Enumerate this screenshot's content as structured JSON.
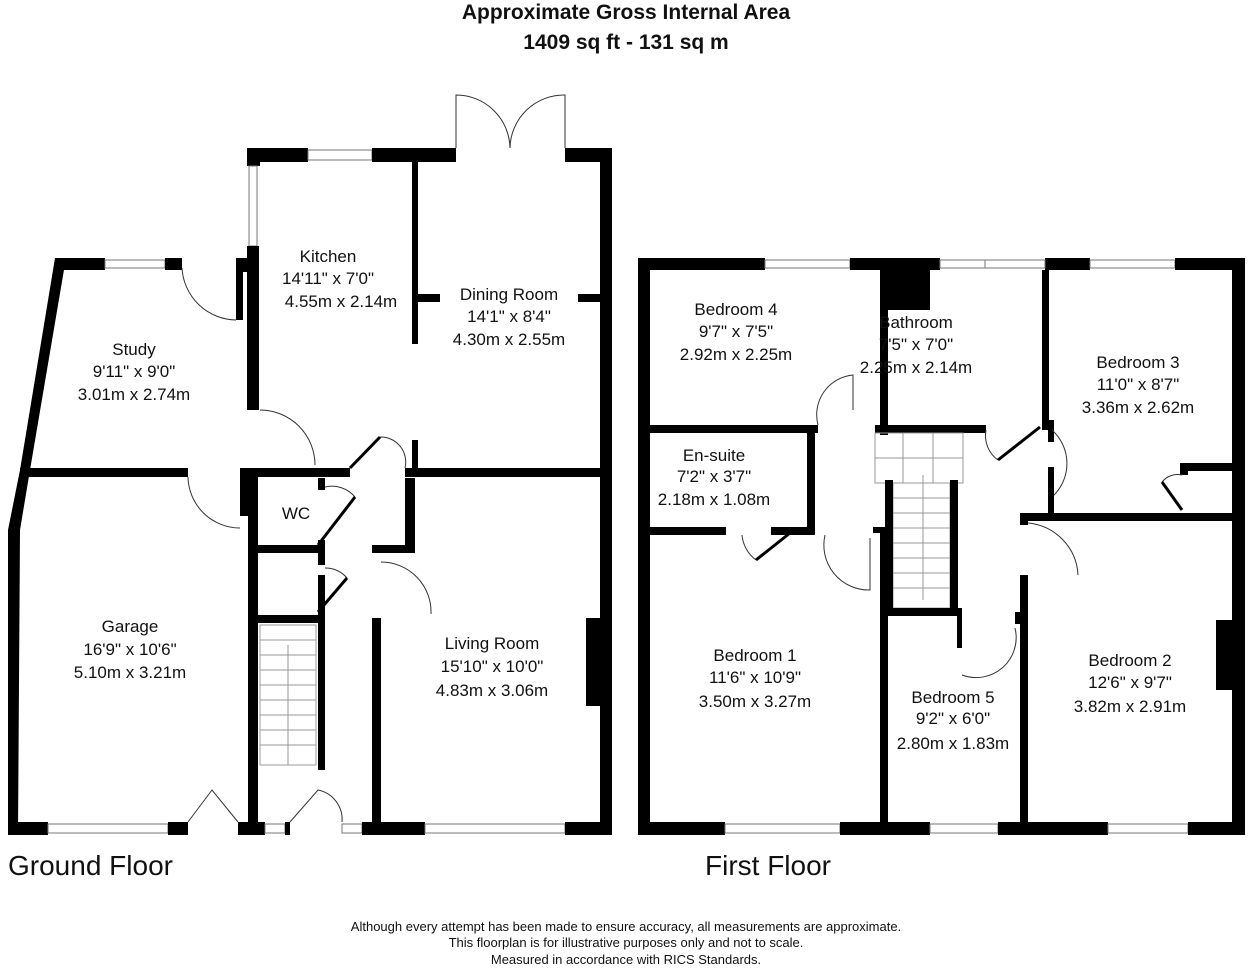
{
  "header": {
    "title_line1": "Approximate Gross Internal Area",
    "title_line2": "1409 sq ft - 131 sq m"
  },
  "ground_floor": {
    "label": "Ground Floor",
    "rooms": [
      {
        "name": "Kitchen",
        "imperial": "14'11\" x 7'0\"",
        "metric": "4.55m x 2.14m"
      },
      {
        "name": "Dining Room",
        "imperial": "14'1\" x 8'4\"",
        "metric": "4.30m x 2.55m"
      },
      {
        "name": "Study",
        "imperial": "9'11\" x 9'0\"",
        "metric": "3.01m x 2.74m"
      },
      {
        "name": "WC"
      },
      {
        "name": "Garage",
        "imperial": "16'9\" x 10'6\"",
        "metric": "5.10m x 3.21m"
      },
      {
        "name": "Living Room",
        "imperial": "15'10\" x 10'0\"",
        "metric": "4.83m x 3.06m"
      }
    ]
  },
  "first_floor": {
    "label": "First Floor",
    "rooms": [
      {
        "name": "Bedroom 4",
        "imperial": "9'7\" x 7'5\"",
        "metric": "2.92m x 2.25m"
      },
      {
        "name": "Bathroom",
        "imperial": "7'5\" x 7'0\"",
        "metric": "2.25m x 2.14m"
      },
      {
        "name": "Bedroom 3",
        "imperial": "11'0\" x 8'7\"",
        "metric": "3.36m x 2.62m"
      },
      {
        "name": "En-suite",
        "imperial": "7'2\" x 3'7\"",
        "metric": "2.18m x 1.08m"
      },
      {
        "name": "Bedroom 1",
        "imperial": "11'6\" x 10'9\"",
        "metric": "3.50m x 3.27m"
      },
      {
        "name": "Bedroom 5",
        "imperial": "9'2\" x 6'0\"",
        "metric": "2.80m x 1.83m"
      },
      {
        "name": "Bedroom 2",
        "imperial": "12'6\" x 9'7\"",
        "metric": "3.82m x 2.91m"
      }
    ]
  },
  "disclaimer": [
    "Although every attempt has been made to ensure accuracy, all measurements are approximate.",
    "This floorplan is for illustrative purposes only and not to scale.",
    "Measured in accordance with RICS Standards."
  ]
}
